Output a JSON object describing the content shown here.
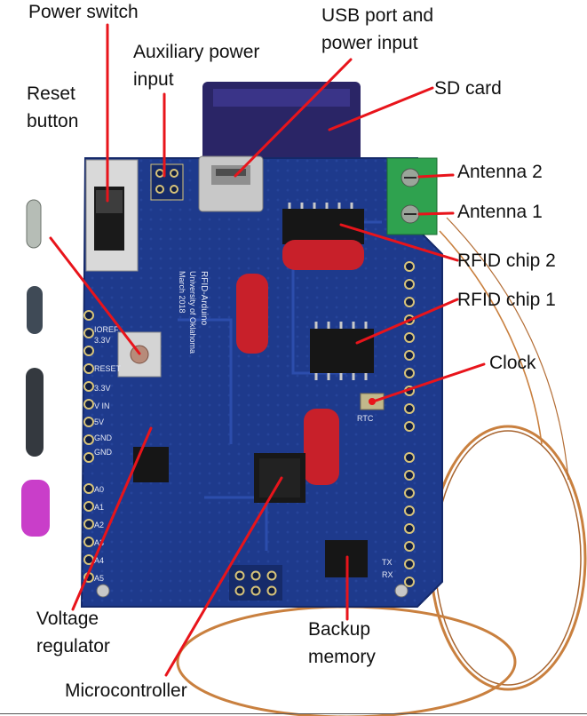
{
  "labels": {
    "power_switch": [
      "Power switch"
    ],
    "usb_port": [
      "USB port and",
      "power input"
    ],
    "aux_power": [
      "Auxiliary power",
      "input"
    ],
    "reset_button": [
      "Reset",
      "button"
    ],
    "sd_card": [
      "SD card"
    ],
    "antenna_2": [
      "Antenna 2"
    ],
    "antenna_1": [
      "Antenna 1"
    ],
    "rfid_chip_2": [
      "RFID chip 2"
    ],
    "rfid_chip_1": [
      "RFID chip 1"
    ],
    "clock": [
      "Clock"
    ],
    "voltage_regulator": [
      "Voltage",
      "regulator"
    ],
    "backup_memory": [
      "Backup",
      "memory"
    ],
    "microcontroller": [
      "Microcontroller"
    ]
  },
  "board_text": {
    "title": "RFID-Arduino",
    "org": "University of Oklahoma",
    "date": "March 2018",
    "pin_io": "IOREF",
    "pin_33a": "3.3V",
    "pin_reset": "RESET",
    "pin_33b": "3.3V",
    "pin_5v": "5V",
    "pin_gnd1": "GND",
    "pin_gnd2": "GND",
    "pin_vin": "V IN",
    "pin_a0": "A0",
    "pin_a1": "A1",
    "pin_a2": "A2",
    "pin_a3": "A3",
    "pin_a4": "A4",
    "pin_a5": "A5",
    "rtc": "RTC",
    "tx": "TX",
    "rx": "RX"
  },
  "colors": {
    "board": "#1e3a8c",
    "annotation_line": "#e8141b",
    "label_text": "#111111",
    "sd_card": "#2a2566",
    "terminal": "#2fa24f",
    "coil": "#c9803f",
    "capacitor": "#c8202a",
    "tag_magenta": "#c93ec9"
  },
  "icons": {
    "power_switch": "slide-switch",
    "reset_button": "push-button",
    "terminal_block": "screw-terminal",
    "coil": "copper-antenna-coil"
  }
}
